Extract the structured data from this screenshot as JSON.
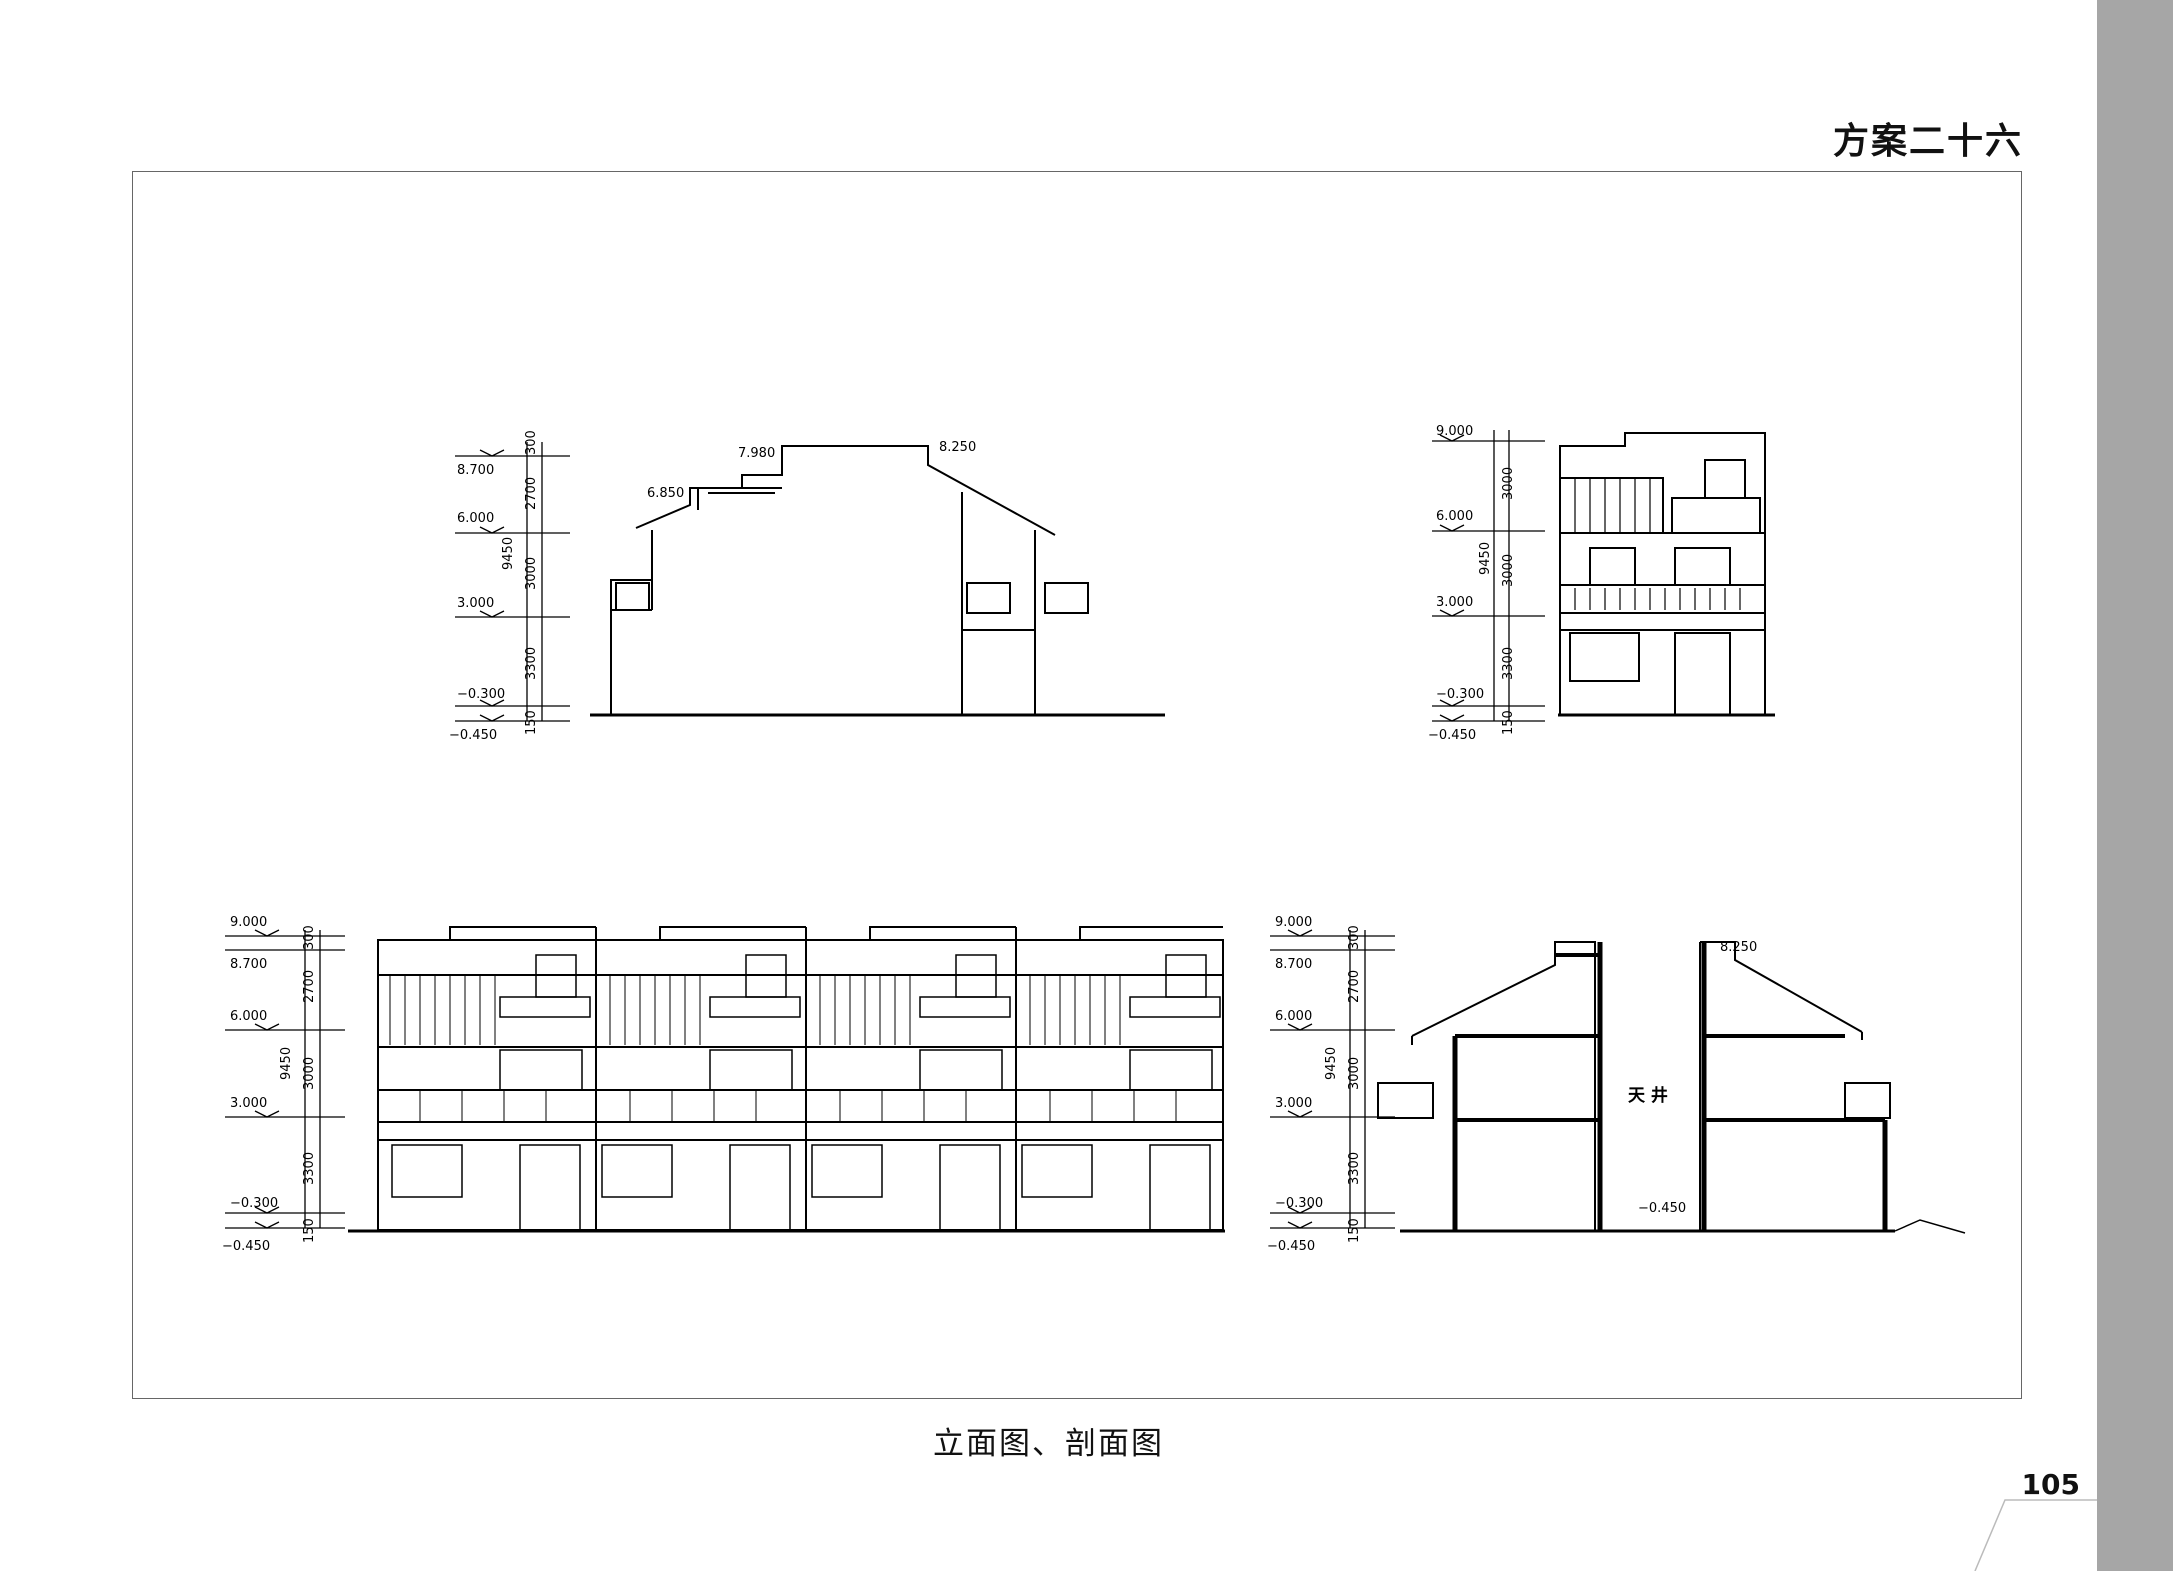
{
  "header": {
    "scheme_title": "方案二十六"
  },
  "caption": "立面图、剖面图",
  "page_number": "105",
  "levels": {
    "l9000": "9.000",
    "l8700": "8.700",
    "l6000": "6.000",
    "l3000": "3.000",
    "lm0300": "−0.300",
    "lm0450": "−0.450",
    "l7980": "7.980",
    "l6850": "6.850",
    "l8250": "8.250"
  },
  "dims": {
    "d300": "300",
    "d2700": "2700",
    "d3000": "3000",
    "d3300": "3300",
    "d150": "150",
    "total": "9450"
  },
  "section": {
    "room_label": "天 井"
  }
}
